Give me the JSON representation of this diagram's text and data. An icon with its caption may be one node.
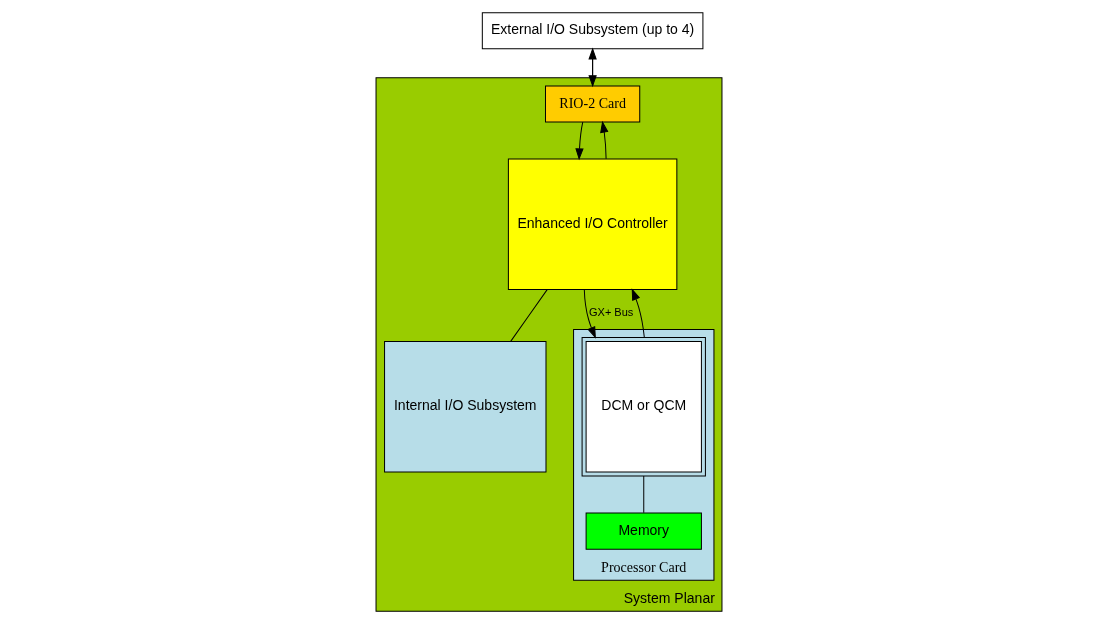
{
  "diagram": {
    "nodes": [
      {
        "text": [
          "External I/O Subsystem (up to 4)"
        ]
      },
      {
        "text": [
          "System Planar"
        ]
      },
      {
        "text": [
          "RIO-2 Card"
        ],
        "in": 1
      },
      {
        "text": [
          "Enhanced I/O Controller"
        ],
        "in": 1
      },
      {
        "text": [
          "Internal I/O Subsystem"
        ],
        "in": 1
      },
      {
        "text": [
          "Processor Card"
        ],
        "in": 1
      },
      {
        "text": [
          "DCM or QCM"
        ],
        "in": 5
      },
      {
        "text": [
          "Memory"
        ],
        "in": 5
      }
    ],
    "edges": [
      {
        "from": 2,
        "to": 0,
        "arrow": "to"
      },
      {
        "from": 0,
        "to": 2,
        "arrow": "to"
      },
      {
        "from": 3,
        "to": 2,
        "arrow": "to"
      },
      {
        "from": 2,
        "to": 3,
        "arrow": "to"
      },
      {
        "from": 3,
        "to": 6,
        "arrow": "to",
        "label": "GX+ Bus"
      },
      {
        "from": 6,
        "to": 3,
        "arrow": "to"
      },
      {
        "from": 3,
        "to": 4,
        "arrow": "none"
      },
      {
        "from": 6,
        "to": 7,
        "arrow": "none"
      }
    ]
  }
}
